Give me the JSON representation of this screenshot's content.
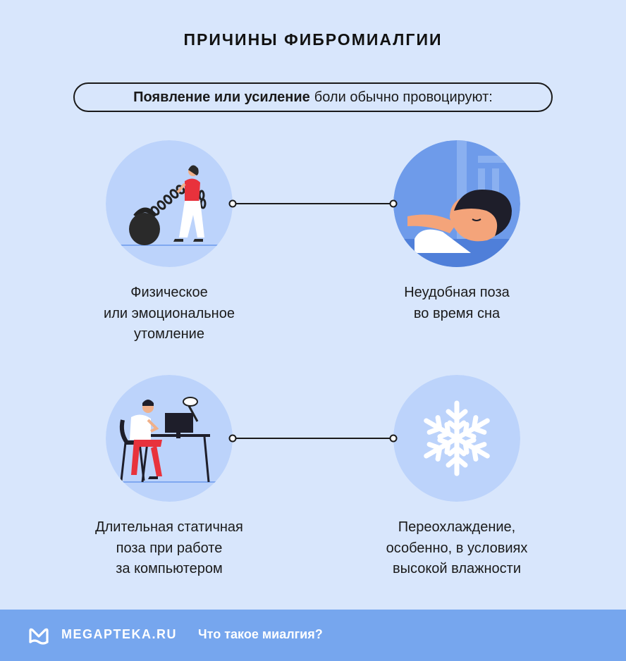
{
  "header": {
    "title": "ПРИЧИНЫ ФИБРОМИАЛГИИ",
    "subtitle_bold": "Появление или усиление",
    "subtitle_rest": "боли обычно провоцируют:"
  },
  "causes": [
    {
      "lines": [
        "Физическое",
        "или эмоциональное",
        "утомление"
      ],
      "icon": "woman-with-kettlebell-chain-icon"
    },
    {
      "lines": [
        "Неудобная поза",
        "во время сна"
      ],
      "icon": "sleeping-woman-icon"
    },
    {
      "lines": [
        "Длительная статичная",
        "поза при работе",
        "за компьютером"
      ],
      "icon": "man-at-computer-desk-icon"
    },
    {
      "lines": [
        "Переохлаждение,",
        "особенно, в условиях",
        "высокой влажности"
      ],
      "icon": "snowflake-icon"
    }
  ],
  "colors": {
    "background": "#d8e6fc",
    "circle": "#bcd3fb",
    "accent_red": "#e8323c",
    "footer": "#76a6ee"
  },
  "footer": {
    "brand": "MEGAPTEKA.RU",
    "link": "Что такое миалгия?"
  }
}
